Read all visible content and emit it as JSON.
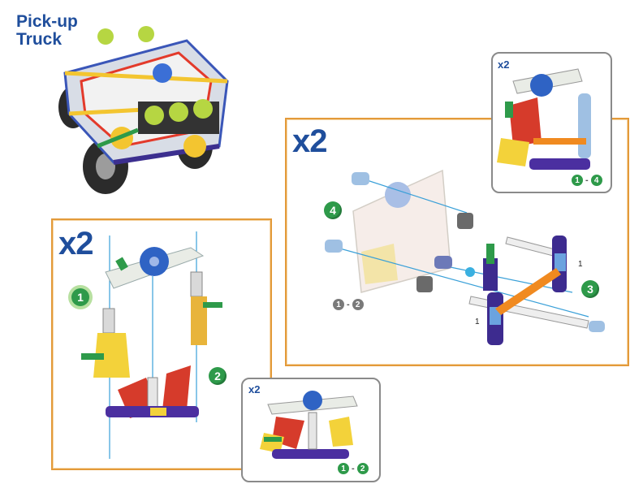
{
  "title": {
    "line1": "Pick-up",
    "line2": "Truck"
  },
  "colors": {
    "frame": "#e39a3a",
    "accent": "#1f4e9c",
    "badge_green": "#2e9a4a",
    "badge_gray": "#7a7a7a"
  },
  "left_panel": {
    "multiplier": "x2",
    "step1": "1",
    "step2": "2",
    "inset": {
      "multiplier": "x2",
      "range_from": "1",
      "range_to": "2",
      "dash": "-"
    }
  },
  "right_panel": {
    "multiplier": "x2",
    "step3": "3",
    "step4": "4",
    "ref_from": "1",
    "ref_to": "2",
    "ref_dash": "-",
    "part_label_a": "1",
    "part_label_b": "1",
    "inset": {
      "multiplier": "x2",
      "range_from": "1",
      "range_to": "4",
      "dash": "-"
    }
  }
}
